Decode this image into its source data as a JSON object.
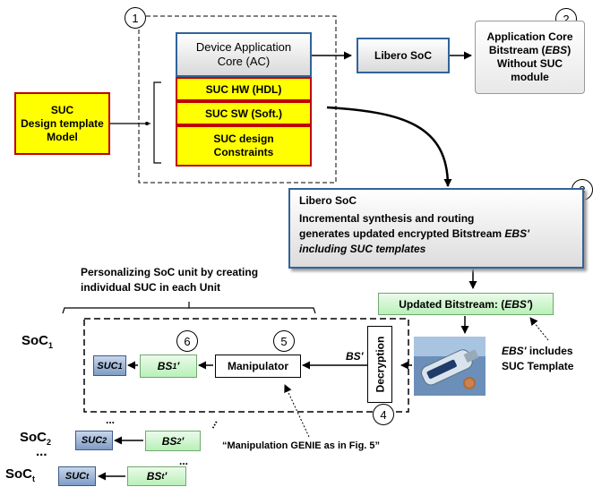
{
  "nodes": {
    "suc_model": {
      "line1": "SUC",
      "line2": "Design template",
      "line3": "Model"
    },
    "device_ac": {
      "line1": "Device Application",
      "line2": "Core (AC)"
    },
    "suc_hw": "SUC HW (HDL)",
    "suc_sw": "SUC SW (Soft.)",
    "suc_constraints": {
      "line1": "SUC design",
      "line2": "Constraints"
    },
    "libero_top": "Libero SoC",
    "app_core_bitstream": {
      "line1": "Application Core",
      "line2a": "Bitstream (",
      "line2b": "EBS",
      "line2c": ")",
      "line3": "Without SUC",
      "line4": "module"
    },
    "libero_main": {
      "title": "Libero SoC",
      "line1": "Incremental synthesis and routing",
      "line2a": "generates updated encrypted Bitstream ",
      "line2b": "EBS'",
      "line3": "including SUC templates"
    },
    "updated_bitstream": {
      "text": "Updated Bitstream: (",
      "ebs": "EBS'",
      "close": ")"
    },
    "decryption": "Decryption",
    "manipulator": "Manipulator",
    "bs_arrow_label": "BS'",
    "bs1": {
      "base": "BS",
      "sub": "1",
      "suffix": "'"
    },
    "suc1": {
      "base": "SUC",
      "sub": "1"
    },
    "soc1": {
      "base": "SoC",
      "sub": "1"
    },
    "bs2": {
      "base": "BS",
      "sub": "2",
      "suffix": "'"
    },
    "suc2": {
      "base": "SUC",
      "sub": "2"
    },
    "soc2": {
      "base": "SoC",
      "sub": "2"
    },
    "bst": {
      "base": "BS",
      "sub": "t",
      "suffix": "'"
    },
    "suct": {
      "base": "SUC",
      "sub": "t"
    },
    "soct": {
      "base": "SoC",
      "sub": "t"
    },
    "dots1": "...",
    "dots2": "...",
    "dots3": "...",
    "dots4": "..."
  },
  "annotations": {
    "personalizing": {
      "line1": "Personalizing SoC unit by creating",
      "line2": "individual SUC in each Unit"
    },
    "ebs_includes": {
      "ebs": "EBS'",
      "rest": " includes",
      "line2": "SUC Template"
    },
    "manipulation_genie": "“Manipulation GENIE as in Fig. 5”"
  },
  "markers": [
    "1",
    "2",
    "3",
    "4",
    "5",
    "6"
  ],
  "icons": {
    "programmer": "usb-programmer-device"
  }
}
